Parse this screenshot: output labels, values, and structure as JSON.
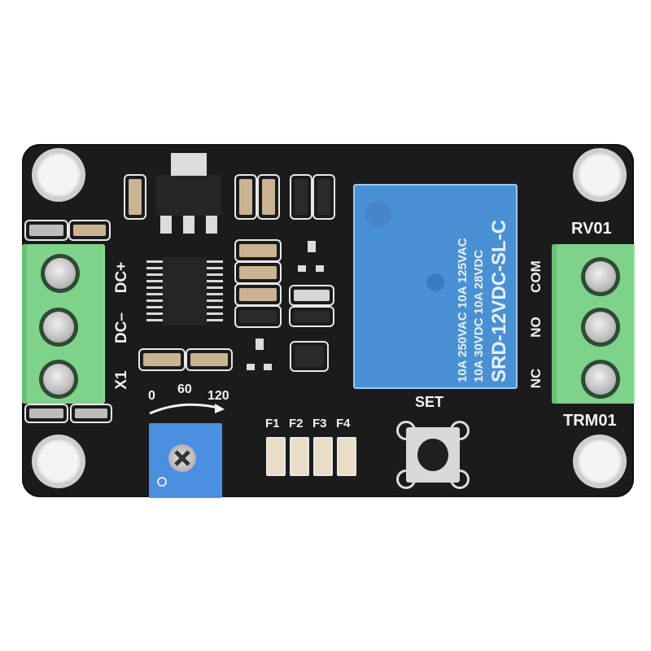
{
  "image": {
    "subject": "Relay timer module PCB",
    "background_color": "#ffffff",
    "pcb_color": "#1c1b1b",
    "terminal_color": "#7ed28a",
    "relay_color": "#4a90d4",
    "potentiometer_color": "#4a8fe0"
  },
  "left_terminal": {
    "labels": [
      "DC+",
      "DC–",
      "X1"
    ],
    "screw_count": 3
  },
  "right_terminal": {
    "top_label": "RV01",
    "bottom_label": "TRM01",
    "pin_labels": [
      "COM",
      "NO",
      "NC"
    ],
    "screw_count": 3
  },
  "relay": {
    "line1": "10A 250VAC  10A 125VAC",
    "line2": "10A 30VDC  10A 28VDC",
    "model": "SRD-12VDC-SL-C"
  },
  "potentiometer": {
    "scale": [
      "0",
      "60",
      "120"
    ]
  },
  "leds": {
    "labels": [
      "F1",
      "F2",
      "F3",
      "F4"
    ]
  },
  "button": {
    "label": "SET"
  }
}
